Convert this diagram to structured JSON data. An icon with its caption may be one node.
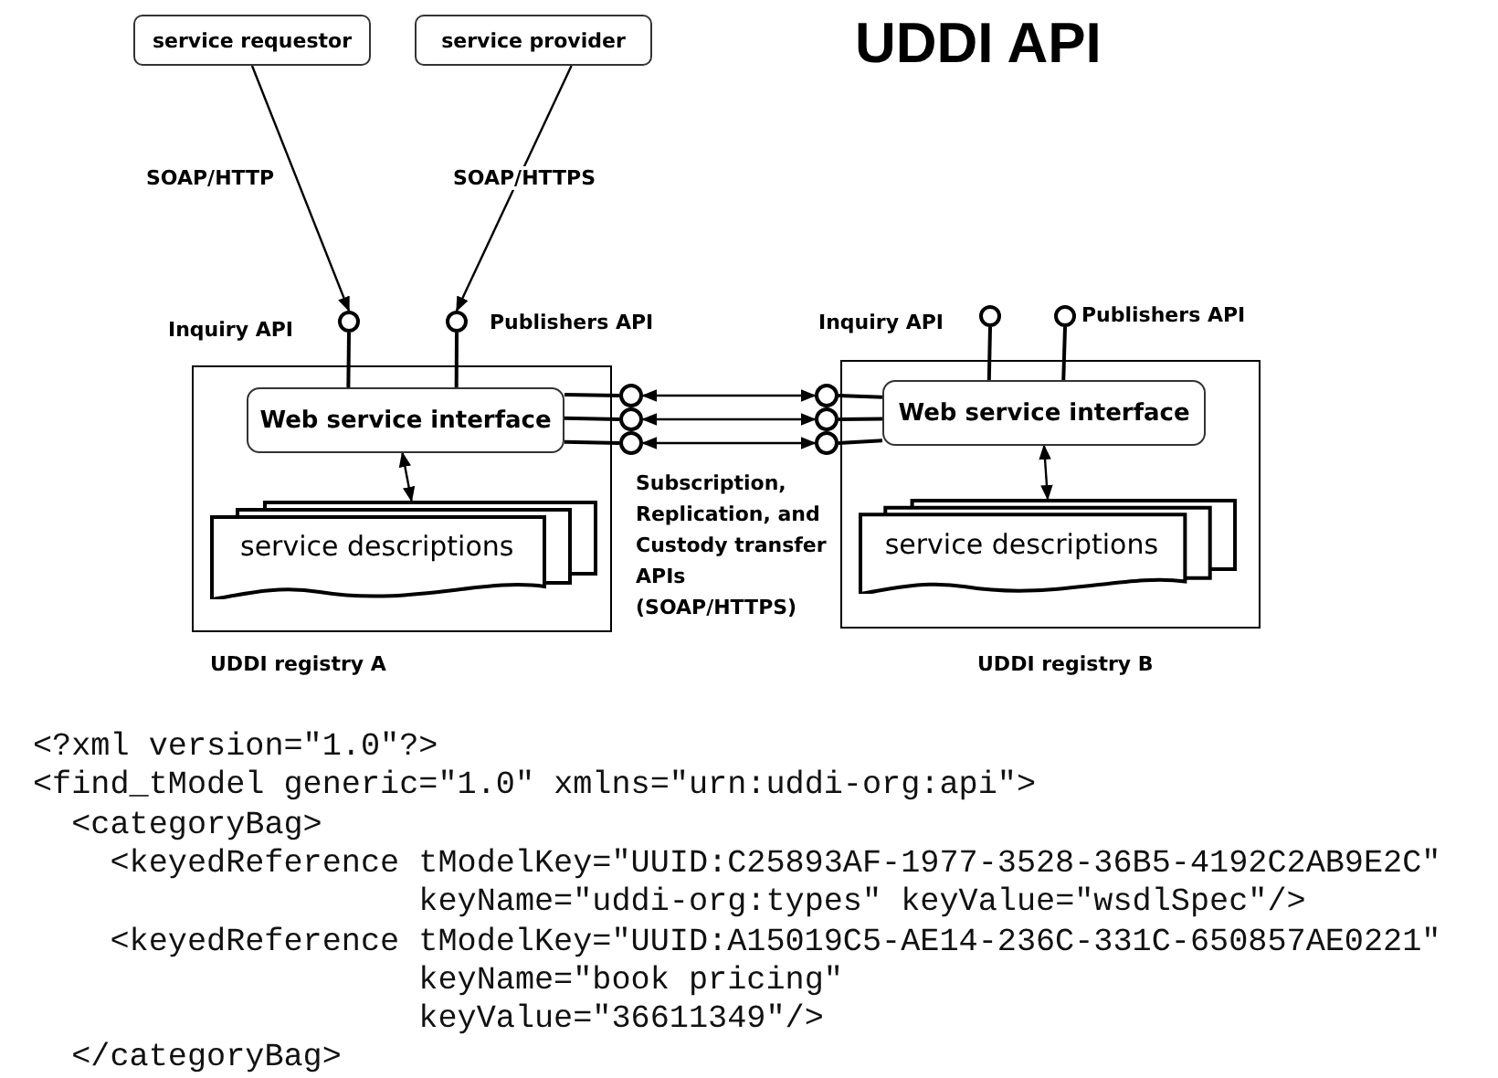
{
  "diagram": {
    "title": "UDDI API",
    "nodes": [
      {
        "text": [
          "service requestor"
        ]
      },
      {
        "text": [
          "service provider"
        ]
      },
      {
        "text": [
          "UDDI registry A"
        ]
      },
      {
        "text": [],
        "shape": "circle",
        "beside": [
          "Inquiry API"
        ]
      },
      {
        "text": [],
        "shape": "circle",
        "beside": [
          "Publishers API"
        ]
      },
      {
        "text": [
          "Web service interface"
        ],
        "in": 2
      },
      {
        "text": [
          "service descriptions"
        ],
        "in": 2
      },
      {
        "text": [],
        "shape": "circle"
      },
      {
        "text": [],
        "shape": "circle"
      },
      {
        "text": [],
        "shape": "circle"
      },
      {
        "text": [
          "UDDI registry B"
        ]
      },
      {
        "text": [],
        "shape": "circle",
        "beside": [
          "Inquiry API"
        ]
      },
      {
        "text": [],
        "shape": "circle",
        "beside": [
          "Publishers API"
        ]
      },
      {
        "text": [
          "Web service interface"
        ],
        "in": 10
      },
      {
        "text": [
          "service descriptions"
        ],
        "in": 10
      },
      {
        "text": [],
        "shape": "circle"
      },
      {
        "text": [],
        "shape": "circle"
      },
      {
        "text": [],
        "shape": "circle"
      }
    ],
    "edges": [
      {
        "from": 0,
        "to": 3,
        "arrow": "to",
        "label": "SOAP/HTTP"
      },
      {
        "from": 1,
        "to": 4,
        "arrow": "to",
        "label": "SOAP/HTTPS"
      },
      {
        "from": 3,
        "to": 5,
        "arrow": "none"
      },
      {
        "from": 4,
        "to": 5,
        "arrow": "none"
      },
      {
        "from": 5,
        "to": 6,
        "arrow": "both"
      },
      {
        "from": 5,
        "to": 7,
        "arrow": "none"
      },
      {
        "from": 5,
        "to": 8,
        "arrow": "none"
      },
      {
        "from": 5,
        "to": 9,
        "arrow": "none"
      },
      {
        "from": 7,
        "to": 15,
        "arrow": "both"
      },
      {
        "from": 8,
        "to": 16,
        "arrow": "both"
      },
      {
        "from": 9,
        "to": 17,
        "arrow": "both"
      },
      {
        "from": 15,
        "to": 13,
        "arrow": "none"
      },
      {
        "from": 16,
        "to": 13,
        "arrow": "none"
      },
      {
        "from": 17,
        "to": 13,
        "arrow": "none"
      },
      {
        "from": 11,
        "to": 13,
        "arrow": "none"
      },
      {
        "from": 12,
        "to": 13,
        "arrow": "none"
      },
      {
        "from": 13,
        "to": 14,
        "arrow": "both"
      }
    ],
    "labels": [
      "Subscription, Replication, and Custody transfer APIs (SOAP/HTTPS)",
      "<?xml version=\"1.0\"?>",
      "<find_tModel generic=\"1.0\" xmlns=\"urn:uddi-org:api\">",
      "<categoryBag>",
      "<keyedReference tModelKey=\"UUID:C25893AF-1977-3528-36B5-4192C2AB9E2C\"",
      "keyName=\"uddi-org:types\" keyValue=\"wsdlSpec\"/>",
      "<keyedReference tModelKey=\"UUID:A15019C5-AE14-236C-331C-650857AE0221\"",
      "keyName=\"book pricing\"",
      "keyValue=\"36611349\"/>",
      "</categoryBag>"
    ]
  }
}
